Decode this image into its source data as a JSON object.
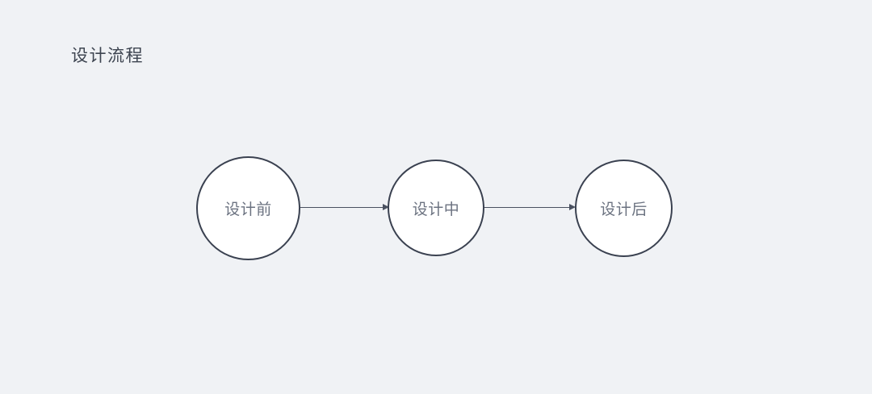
{
  "page": {
    "title": "设计流程",
    "background_color": "#f0f2f5",
    "title_color": "#3d4450"
  },
  "diagram": {
    "type": "flowchart",
    "orientation": "horizontal",
    "node_shape": "circle",
    "node_fill": "#ffffff",
    "node_stroke": "#3a4150",
    "node_label_color": "#6b7280",
    "connector_color": "#4a5160",
    "connector_style": "solid-line-with-arrowhead",
    "nodes": [
      {
        "id": "before",
        "label": "设计前"
      },
      {
        "id": "during",
        "label": "设计中"
      },
      {
        "id": "after",
        "label": "设计后"
      }
    ],
    "connectors": [
      {
        "from": "before",
        "to": "during"
      },
      {
        "from": "during",
        "to": "after"
      }
    ]
  }
}
